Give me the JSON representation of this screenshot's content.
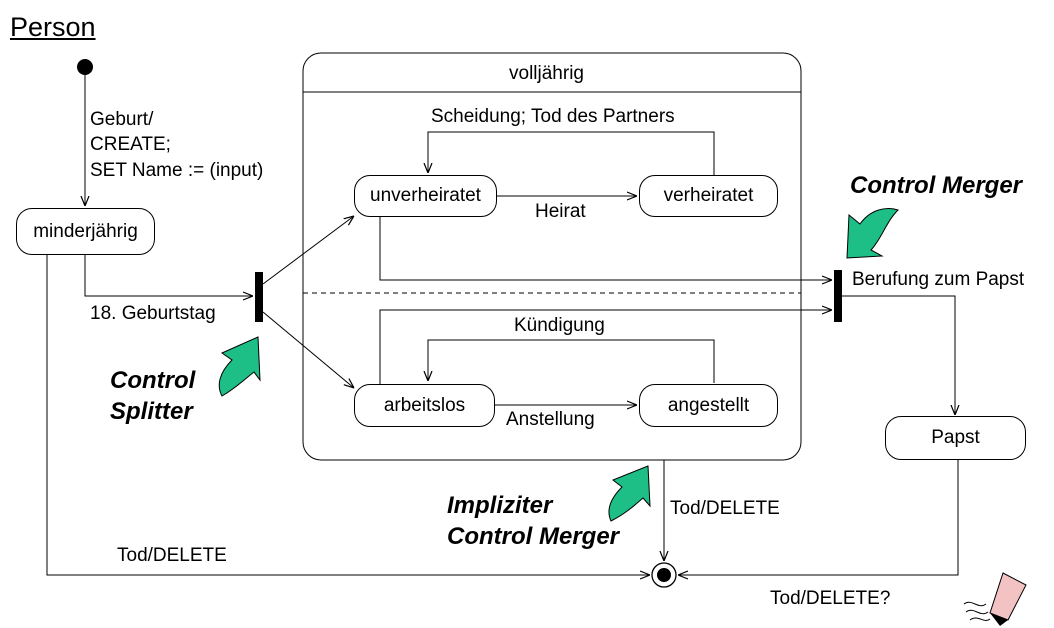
{
  "title": "Person",
  "states": {
    "minderjaehrig": "minderjährig",
    "volljaehrig": "volljährig",
    "unverheiratet": "unverheiratet",
    "verheiratet": "verheiratet",
    "arbeitslos": "arbeitslos",
    "angestellt": "angestellt",
    "papst": "Papst"
  },
  "transitions": {
    "geburt_line1": "Geburt/",
    "geburt_line2": "CREATE;",
    "geburt_line3": "SET Name := (input)",
    "geburtstag": "18. Geburtstag",
    "scheidung": "Scheidung; Tod des Partners",
    "heirat": "Heirat",
    "kuendigung": "Kündigung",
    "anstellung": "Anstellung",
    "berufung": "Berufung zum Papst",
    "tod_delete_left": "Tod/DELETE",
    "tod_delete_center": "Tod/DELETE",
    "tod_delete_papst": "Tod/DELETE?"
  },
  "annotations": {
    "control_merger": "Control Merger",
    "control_splitter_line1": "Control",
    "control_splitter_line2": "Splitter",
    "impliziter_line1": "Impliziter",
    "impliziter_line2": "Control Merger"
  },
  "colors": {
    "arrow_fill": "#1dbf86",
    "pen_fill": "#f3c3c3"
  }
}
